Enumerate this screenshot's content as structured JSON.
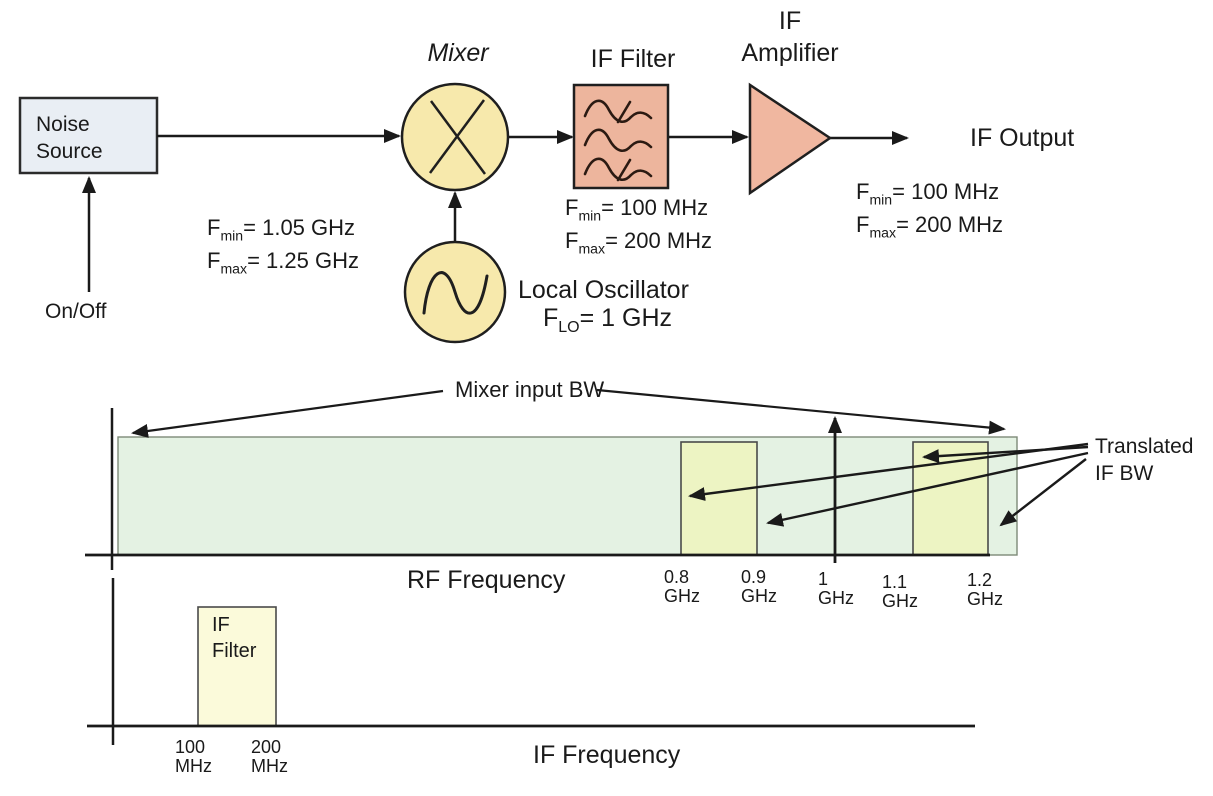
{
  "block_diagram": {
    "noise_source": {
      "line1": "Noise",
      "line2": "Source"
    },
    "on_off_label": "On/Off",
    "mixer_label": "Mixer",
    "if_filter_label": "IF Filter",
    "if_amplifier": {
      "line1": "IF",
      "line2": "Amplifier"
    },
    "if_output_label": "IF Output",
    "local_oscillator_label": "Local Oscillator",
    "lo_freq": {
      "sym": "F",
      "sub": "LO",
      "rest": "= 1 GHz"
    },
    "mixer_input_freq": {
      "rows": [
        {
          "sym": "F",
          "sub": "min",
          "rest": "= 1.05 GHz"
        },
        {
          "sym": "F",
          "sub": "max",
          "rest": "= 1.25 GHz"
        }
      ]
    },
    "if_filter_freq": {
      "rows": [
        {
          "sym": "F",
          "sub": "min",
          "rest": "= 100 MHz"
        },
        {
          "sym": "F",
          "sub": "max",
          "rest": "= 200 MHz"
        }
      ]
    },
    "if_output_freq": {
      "rows": [
        {
          "sym": "F",
          "sub": "min",
          "rest": "= 100 MHz"
        },
        {
          "sym": "F",
          "sub": "max",
          "rest": "= 200 MHz"
        }
      ]
    }
  },
  "rf_plot": {
    "xlabel": "RF Frequency",
    "mixer_bw_label": "Mixer input BW",
    "translated_label": {
      "line1": "Translated",
      "line2": "IF BW"
    },
    "ticks": [
      {
        "v": "0.8",
        "u": "GHz"
      },
      {
        "v": "0.9",
        "u": "GHz"
      },
      {
        "v": "1",
        "u": "GHz"
      },
      {
        "v": "1.1",
        "u": "GHz"
      },
      {
        "v": "1.2",
        "u": "GHz"
      }
    ]
  },
  "if_plot": {
    "xlabel": "IF Frequency",
    "filter_label": {
      "line1": "IF",
      "line2": "Filter"
    },
    "ticks": [
      {
        "v": "100",
        "u": "MHz"
      },
      {
        "v": "200",
        "u": "MHz"
      }
    ]
  },
  "colors": {
    "noise_source_fill": "#E9EEF4",
    "mixer_fill": "#F7E9AC",
    "lo_fill": "#F7E9AC",
    "filter_fill": "#EDB59D",
    "amplifier_fill": "#F0B7A0",
    "mixer_bw_fill": "#E4F2E3",
    "translated_bw_fill": "#EDF4C3",
    "if_filter_band_fill": "#FBFADA",
    "line": "#1A1A1A"
  },
  "chart_data": [
    {
      "type": "area",
      "xlabel": "RF Frequency",
      "x_ticks": [
        "0.8 GHz",
        "0.9 GHz",
        "1 GHz",
        "1.1 GHz",
        "1.2 GHz"
      ],
      "bands": [
        {
          "name": "Mixer input BW",
          "extent": "spans full displayed axis"
        },
        {
          "name": "Translated IF BW (lower sideband)",
          "x_range_ghz": [
            0.8,
            0.9
          ]
        },
        {
          "name": "Translated IF BW (upper sideband)",
          "x_range_ghz": [
            1.1,
            1.2
          ]
        }
      ],
      "markers": [
        {
          "name": "LO frequency arrow",
          "x_ghz": 1
        }
      ]
    },
    {
      "type": "area",
      "xlabel": "IF Frequency",
      "x_ticks": [
        "100 MHz",
        "200 MHz"
      ],
      "bands": [
        {
          "name": "IF Filter",
          "x_range_mhz": [
            100,
            200
          ]
        }
      ]
    }
  ]
}
